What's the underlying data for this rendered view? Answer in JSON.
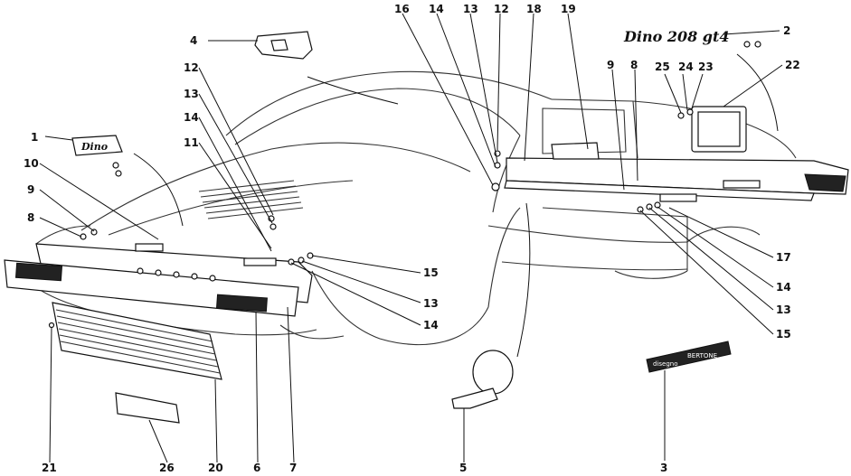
{
  "callouts": {
    "n1": "1",
    "n2": "2",
    "n3": "3",
    "n4": "4",
    "n5": "5",
    "n6": "6",
    "n7": "7",
    "n8_left": "8",
    "n8_right": "8",
    "n9_left": "9",
    "n9_right": "9",
    "n10": "10",
    "n11": "11",
    "n12_left": "12",
    "n12_right": "12",
    "n13_left": "13",
    "n13_top": "13",
    "n13_mid": "13",
    "n13_right": "13",
    "n14_left": "14",
    "n14_top": "14",
    "n14_mid": "14",
    "n14_right": "14",
    "n15_mid": "15",
    "n15_right": "15",
    "n16": "16",
    "n17": "17",
    "n18": "18",
    "n19": "19",
    "n20": "20",
    "n21": "21",
    "n22": "22",
    "n23": "23",
    "n24": "24",
    "n25": "25",
    "n26": "26"
  },
  "badges": {
    "front_badge": "Dino",
    "rear_script": "Dino 208 gt4",
    "plate_left": "disegno",
    "plate_right": "BERTONE"
  }
}
